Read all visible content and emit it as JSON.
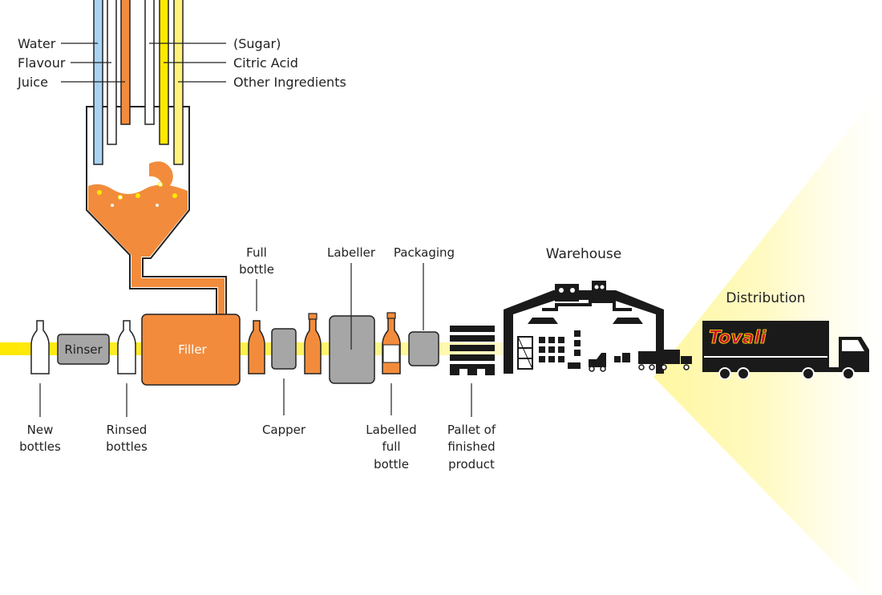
{
  "colors": {
    "water": "#a9d3f2",
    "orange": "#f28c3c",
    "yellow": "#ffe800",
    "light_yellow": "#fff27a",
    "gray_machine": "#a6a6a6",
    "black": "#1a1a1a",
    "brand_red": "#c8102e"
  },
  "ingredients": {
    "left": [
      "Water",
      "Flavour",
      "Juice"
    ],
    "right": [
      "(Sugar)",
      "Citric Acid",
      "Other Ingredients"
    ]
  },
  "stations": {
    "new_bottles": [
      "New",
      "bottles"
    ],
    "rinser": "Rinser",
    "rinsed_bottles": [
      "Rinsed",
      "bottles"
    ],
    "filler": "Filler",
    "full_bottle": [
      "Full",
      "bottle"
    ],
    "capper": "Capper",
    "labeller": "Labeller",
    "labelled_full_bottle": [
      "Labelled",
      "full",
      "bottle"
    ],
    "packaging": "Packaging",
    "pallet": [
      "Pallet of",
      "finished",
      "product"
    ],
    "warehouse": "Warehouse",
    "distribution": "Distribution"
  },
  "brand": "Tovali"
}
